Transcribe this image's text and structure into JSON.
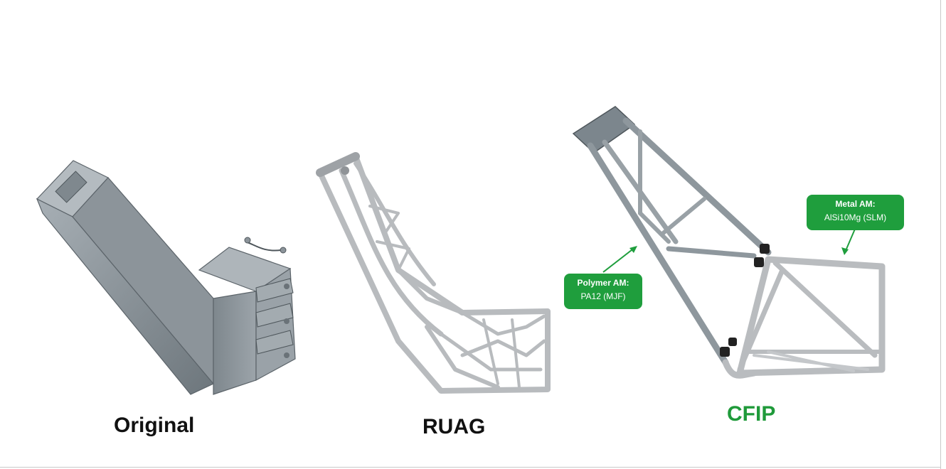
{
  "captions": {
    "original": "Original",
    "ruag": "RUAG",
    "cfip": "CFIP"
  },
  "callouts": {
    "polymer": {
      "title": "Polymer AM:",
      "detail": "PA12 (MJF)"
    },
    "metal": {
      "title": "Metal AM:",
      "detail": "AlSi10Mg (SLM)"
    }
  },
  "colors": {
    "accent_green": "#1f9e3d",
    "cfip_caption": "#1f9a3a",
    "original_part": "#8a939a",
    "printed_part": "#b9bcbf"
  }
}
